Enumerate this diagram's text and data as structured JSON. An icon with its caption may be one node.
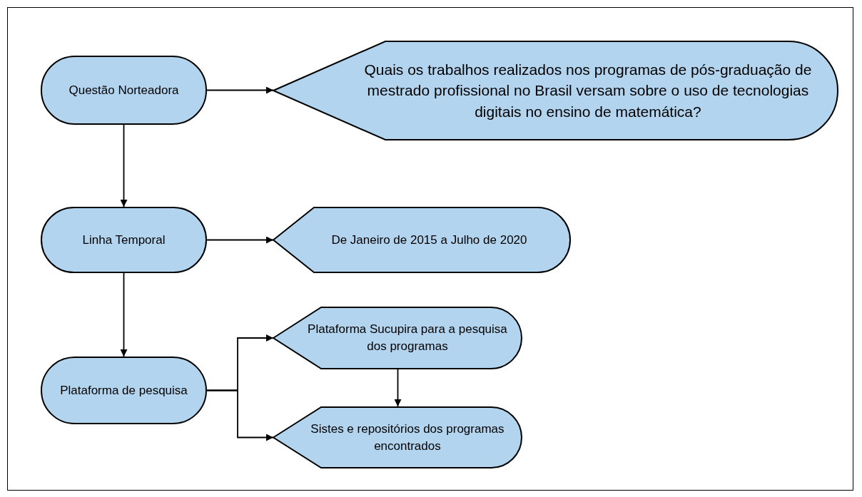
{
  "diagram": {
    "nodes": [
      {
        "text": [
          "Questão Norteadora"
        ]
      },
      {
        "text": [
          "Quais os trabalhos realizados nos programas de pós-graduação de mestrado profissional no Brasil versam sobre o uso de tecnologias digitais no ensino de matemática?"
        ]
      },
      {
        "text": [
          "Linha Temporal"
        ]
      },
      {
        "text": [
          "De Janeiro de 2015 a Julho de 2020"
        ]
      },
      {
        "text": [
          "Plataforma de pesquisa"
        ]
      },
      {
        "text": [
          "Plataforma Sucupira para a pesquisa dos programas"
        ]
      },
      {
        "text": [
          "Sistes e repositórios dos programas encontrados"
        ]
      }
    ],
    "edges": [
      {
        "from": 0,
        "to": 1,
        "arrow": "to"
      },
      {
        "from": 0,
        "to": 2,
        "arrow": "to"
      },
      {
        "from": 2,
        "to": 3,
        "arrow": "to"
      },
      {
        "from": 2,
        "to": 4,
        "arrow": "to"
      },
      {
        "from": 4,
        "to": 5,
        "arrow": "to"
      },
      {
        "from": 4,
        "to": 6,
        "arrow": "to"
      },
      {
        "from": 5,
        "to": 6,
        "arrow": "to"
      }
    ]
  }
}
